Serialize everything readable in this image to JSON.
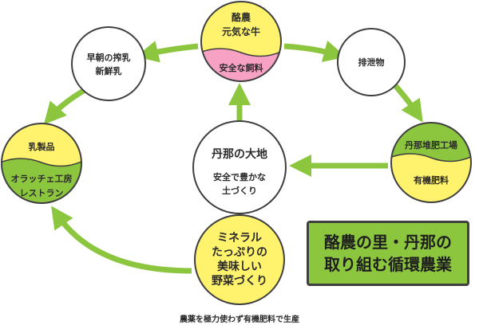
{
  "colors": {
    "green": "#8cc63f",
    "yellow": "#fff36e",
    "pink": "#f7a1c4",
    "outline": "#3f3f3f",
    "text": "#2b2b2b"
  },
  "nodes": {
    "dairy": {
      "top": "酪農",
      "top2": "元気な牛",
      "bottom": "安全な飼料"
    },
    "fresh_milk": {
      "line1": "早朝の搾乳",
      "line2": "新鮮乳"
    },
    "manure": {
      "label": "排泄物"
    },
    "compost": {
      "top": "丹那堆肥工場",
      "bottom": "有機肥料"
    },
    "dairy_products": {
      "top": "乳製品",
      "bottom1": "オラッチェ工房",
      "bottom2": "レストラン"
    },
    "land": {
      "title": "丹那の大地",
      "line1": "安全で豊かな",
      "line2": "土づくり"
    },
    "vegetables": {
      "line1": "ミネラル",
      "line2": "たっぷりの",
      "line3": "美味しい",
      "line4": "野菜づくり"
    }
  },
  "title_box": {
    "line1": "酪農の里・丹那の",
    "line2": "取り組む循環農業"
  },
  "caption": "農薬を極力使わず有機肥料で生産"
}
